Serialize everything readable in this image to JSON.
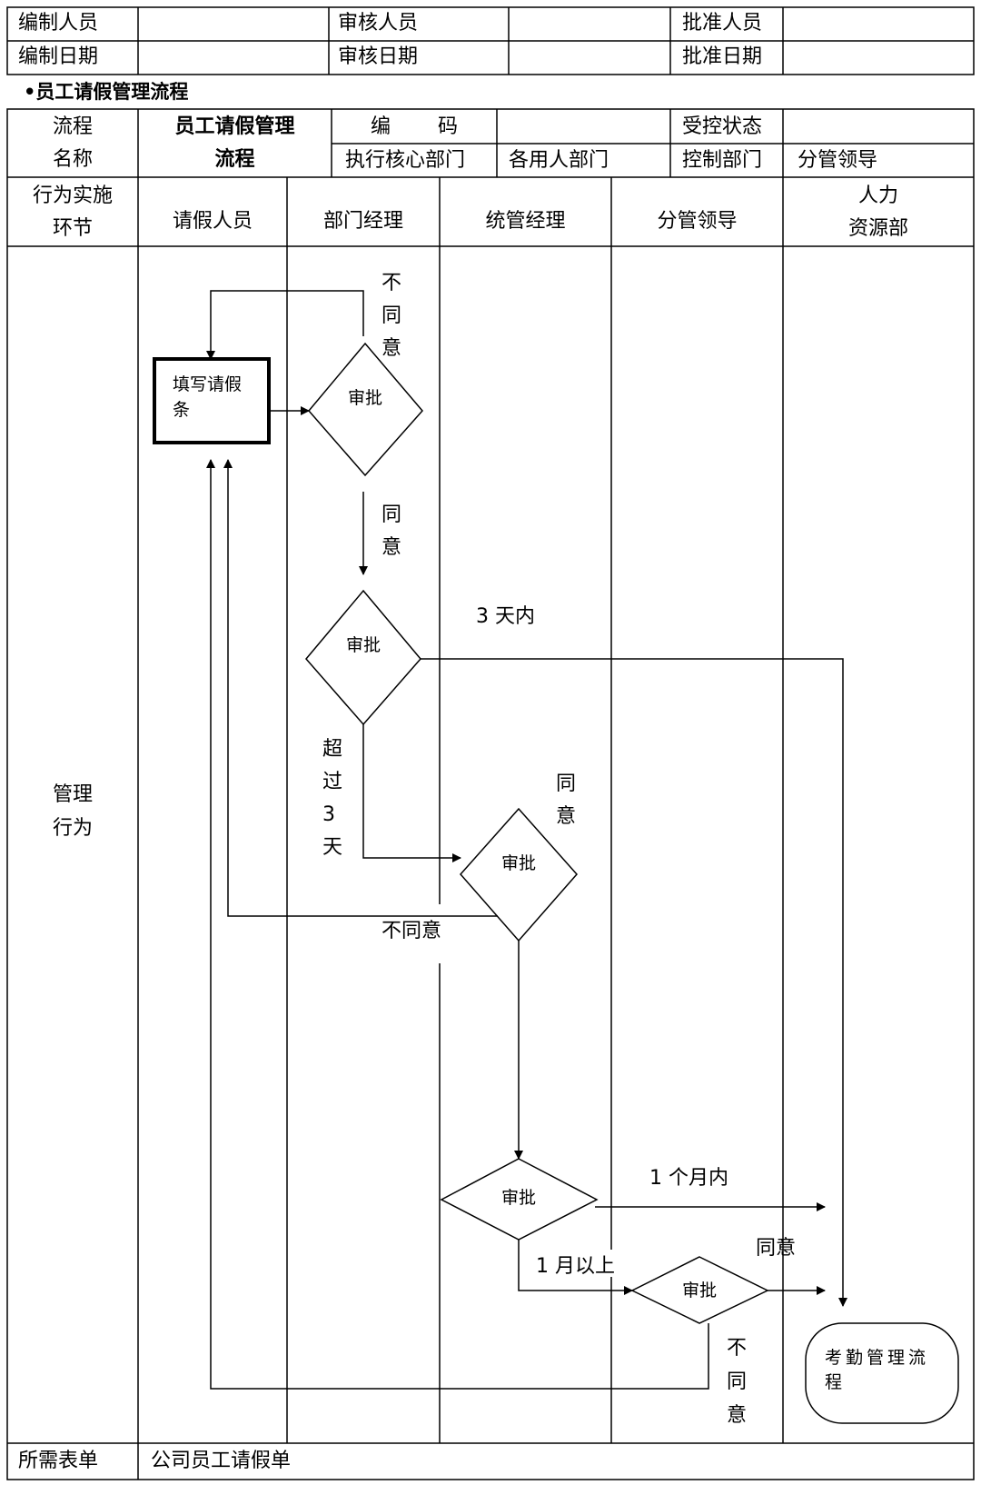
{
  "sign_table": {
    "compiler_label": "编制人员",
    "reviewer_label": "审核人员",
    "approver_label": "批准人员",
    "compile_date_label": "编制日期",
    "review_date_label": "审核日期",
    "approve_date_label": "批准日期"
  },
  "section_title": "•员工请假管理流程",
  "header": {
    "process_name_label_1": "流程",
    "process_name_label_2": "名称",
    "process_name_1": "员工请假管理",
    "process_name_2": "流程",
    "code_label_1": "编",
    "code_label_2": "码",
    "control_status_label": "受控状态",
    "exec_dept_label": "执行核心部门",
    "exec_dept_value": "各用人部门",
    "control_dept_label": "控制部门",
    "control_dept_value": "分管领导"
  },
  "lanes": {
    "stage_header_1": "行为实施",
    "stage_header_2": "环节",
    "col_applicant": "请假人员",
    "col_dept_manager": "部门经理",
    "col_general_manager": "统管经理",
    "col_leader": "分管领导",
    "col_hr_1": "人力",
    "col_hr_2": "资源部",
    "row_label_1": "管理",
    "row_label_2": "行为"
  },
  "flow": {
    "start_box_1": "填写请假",
    "start_box_2": "条",
    "approve": "审批",
    "disagree_1": "不",
    "disagree_2": "同",
    "disagree_3": "意",
    "agree_1": "同",
    "agree_2": "意",
    "within_3_days": "3 天内",
    "over_1": "超",
    "over_2": "过",
    "over_3": "3",
    "over_4": "天",
    "disagree_inline": "不同意",
    "within_1_month": "1 个月内",
    "over_1_month": "1 月以上",
    "agree_inline": "同意",
    "end_box_1": "考勤管理流",
    "end_box_2": "程"
  },
  "footer": {
    "forms_label": "所需表单",
    "forms_value": "公司员工请假单"
  }
}
